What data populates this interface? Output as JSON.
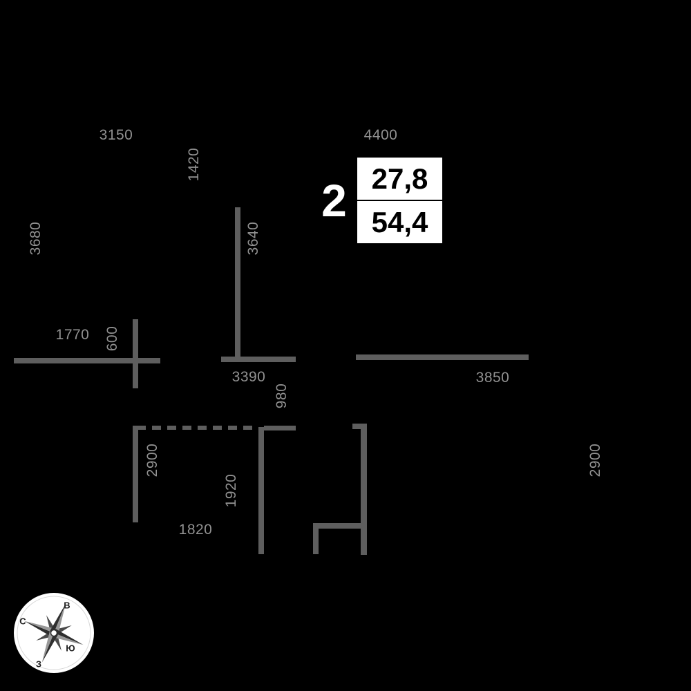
{
  "plan": {
    "badge": {
      "rooms": "2",
      "area_top": "27,8",
      "area_bottom": "54,4"
    },
    "dims": [
      {
        "text": "3150"
      },
      {
        "text": "4400"
      },
      {
        "text": "1420"
      },
      {
        "text": "3680"
      },
      {
        "text": "3640"
      },
      {
        "text": "1770"
      },
      {
        "text": "600"
      },
      {
        "text": "3390"
      },
      {
        "text": "3850"
      },
      {
        "text": "980"
      },
      {
        "text": "2900"
      },
      {
        "text": "2900"
      },
      {
        "text": "1920"
      },
      {
        "text": "1820"
      }
    ]
  },
  "compass": {
    "north": "С",
    "east": "В",
    "south": "Ю",
    "west": "З"
  },
  "colors": {
    "background": "#000000",
    "wall": "#5e5e5e",
    "label": "#919191",
    "badge_bg": "#ffffff",
    "badge_text": "#000000"
  }
}
